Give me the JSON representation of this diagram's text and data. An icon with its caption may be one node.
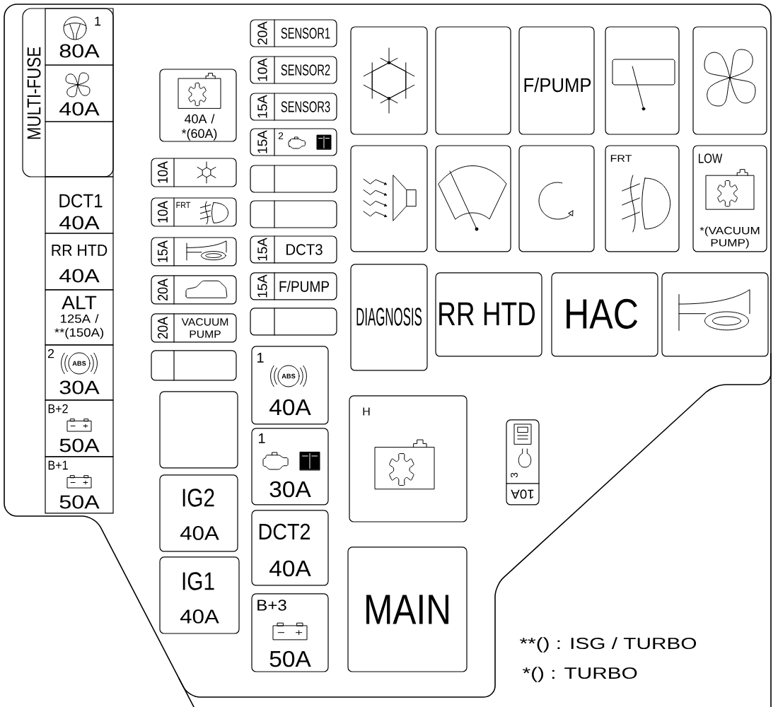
{
  "diagram": {
    "nodes": [
      {
        "text": [
          "MULTI-FUSE"
        ]
      },
      {
        "text": [
          "1",
          "80A"
        ],
        "in": 0
      },
      {
        "text": [
          "40A"
        ],
        "in": 0
      },
      {
        "text": [],
        "shape": "box",
        "in": 0
      },
      {
        "text": [
          "DCT1",
          "40A"
        ]
      },
      {
        "text": [
          "RR HTD",
          "40A"
        ]
      },
      {
        "text": [
          "ALT",
          "125A / **(150A)"
        ]
      },
      {
        "text": [
          "2",
          "ABS",
          "30A"
        ]
      },
      {
        "text": [
          "B+2",
          "50A"
        ]
      },
      {
        "text": [
          "B+1",
          "50A"
        ]
      },
      {
        "text": [
          "40A / *(60A)"
        ]
      },
      {
        "text": [
          "10A"
        ]
      },
      {
        "text": [
          "10A",
          "FRT"
        ]
      },
      {
        "text": [
          "15A"
        ]
      },
      {
        "text": [
          "20A"
        ]
      },
      {
        "text": [
          "20A",
          "VACUUM PUMP"
        ]
      },
      {
        "text": [],
        "shape": "box"
      },
      {
        "text": [],
        "shape": "box"
      },
      {
        "text": [
          "IG2",
          "40A"
        ]
      },
      {
        "text": [
          "IG1",
          "40A"
        ]
      },
      {
        "text": [
          "20A",
          "SENSOR1"
        ]
      },
      {
        "text": [
          "10A",
          "SENSOR2"
        ]
      },
      {
        "text": [
          "15A",
          "SENSOR3"
        ]
      },
      {
        "text": [
          "15A",
          "2"
        ]
      },
      {
        "text": [],
        "shape": "box"
      },
      {
        "text": [],
        "shape": "box"
      },
      {
        "text": [
          "15A",
          "DCT3"
        ]
      },
      {
        "text": [
          "15A",
          "F/PUMP"
        ]
      },
      {
        "text": [],
        "shape": "box"
      },
      {
        "text": [
          "1",
          "ABS",
          "40A"
        ]
      },
      {
        "text": [
          "1",
          "30A"
        ]
      },
      {
        "text": [
          "DCT2",
          "40A"
        ]
      },
      {
        "text": [
          "B+3",
          "50A"
        ]
      },
      {
        "text": [],
        "shape": "box"
      },
      {
        "text": [],
        "shape": "box"
      },
      {
        "text": [
          "F/PUMP"
        ]
      },
      {
        "text": [],
        "shape": "box"
      },
      {
        "text": [],
        "shape": "box"
      },
      {
        "text": [],
        "shape": "box"
      },
      {
        "text": [],
        "shape": "box"
      },
      {
        "text": [],
        "shape": "box"
      },
      {
        "text": [
          "FRT"
        ]
      },
      {
        "text": [
          "LOW",
          "*(VACUUM PUMP)"
        ]
      },
      {
        "text": [
          "DIAGNOSIS"
        ]
      },
      {
        "text": [
          "RR HTD"
        ]
      },
      {
        "text": [
          "HAC"
        ]
      },
      {
        "text": [],
        "shape": "box"
      },
      {
        "text": [
          "H"
        ]
      },
      {
        "text": [
          "3",
          "10A"
        ]
      },
      {
        "text": [
          "MAIN"
        ]
      }
    ],
    "labels": [
      "**() : ISG / TURBO",
      "*() : TURBO"
    ]
  }
}
